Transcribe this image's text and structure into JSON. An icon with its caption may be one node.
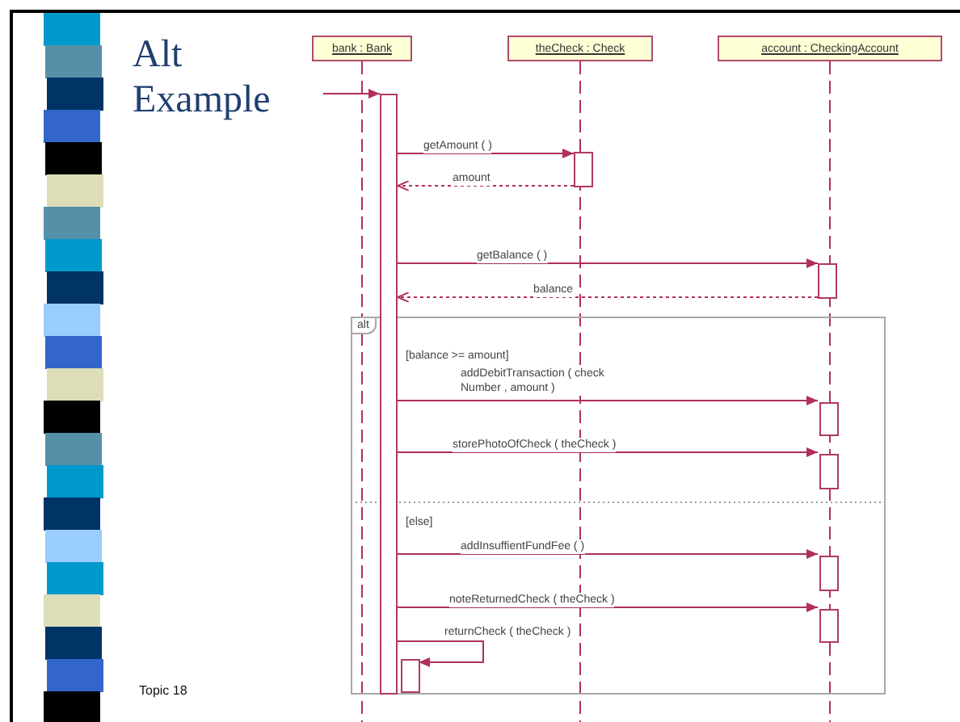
{
  "diagram": {
    "title": "Alt Example",
    "nodes": [
      {
        "text": [
          "bank : Bank"
        ]
      },
      {
        "text": [
          "theCheck : Check"
        ]
      },
      {
        "text": [
          "account : CheckingAccount"
        ]
      },
      {
        "text": [
          "alt",
          "[balance >= amount]",
          "[else]"
        ]
      },
      {
        "text": [],
        "shape": "bar"
      },
      {
        "text": [],
        "shape": "bar"
      },
      {
        "text": [],
        "shape": "bar"
      },
      {
        "text": [],
        "shape": "bar",
        "in": 3
      },
      {
        "text": [],
        "shape": "bar",
        "in": 3
      },
      {
        "text": [],
        "shape": "bar",
        "in": 3
      },
      {
        "text": [],
        "shape": "bar",
        "in": 3
      },
      {
        "text": [],
        "shape": "bar",
        "in": 3
      }
    ],
    "edges": [
      {
        "from": null,
        "to": 4,
        "arrow": "to"
      },
      {
        "from": 4,
        "to": 5,
        "arrow": "to",
        "label": "getAmount ( )"
      },
      {
        "from": 5,
        "to": 4,
        "arrow": "to",
        "label": "amount",
        "style": "dashed"
      },
      {
        "from": 4,
        "to": 6,
        "arrow": "to",
        "label": "getBalance ( )"
      },
      {
        "from": 6,
        "to": 4,
        "arrow": "to",
        "label": "balance",
        "style": "dashed"
      },
      {
        "from": 4,
        "to": 7,
        "arrow": "to",
        "label": "addDebitTransaction ( check Number , amount )"
      },
      {
        "from": 4,
        "to": 8,
        "arrow": "to",
        "label": "storePhotoOfCheck ( theCheck )"
      },
      {
        "from": 4,
        "to": 9,
        "arrow": "to",
        "label": "addInsuffientFundFee ( )"
      },
      {
        "from": 4,
        "to": 10,
        "arrow": "to",
        "label": "noteReturnedCheck ( theCheck )"
      },
      {
        "from": 4,
        "to": 11,
        "arrow": "to",
        "label": "returnCheck ( theCheck )"
      }
    ],
    "labels": [
      "Topic 18"
    ]
  }
}
